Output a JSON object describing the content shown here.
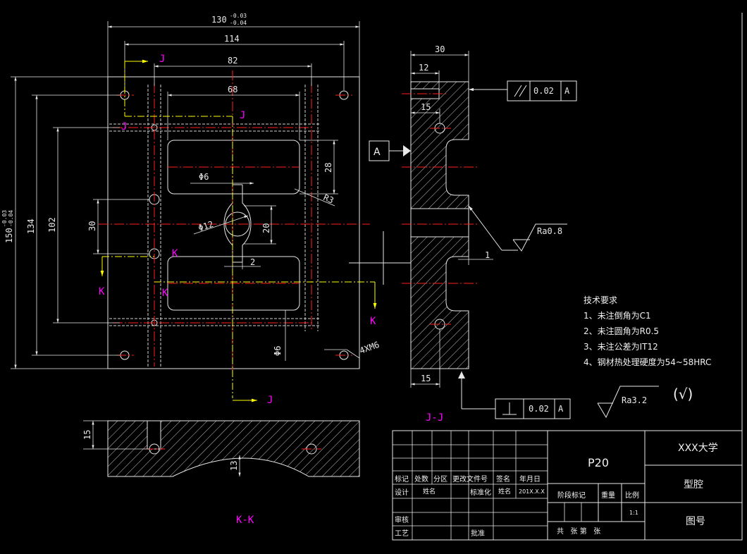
{
  "dims": {
    "d130": "130",
    "d130_tol_up": "-0.03",
    "d130_tol_lo": "-0.04",
    "d114": "114",
    "d82": "82",
    "d68": "68",
    "d150": "150",
    "d150_tol_up": "-0.03",
    "d150_tol_lo": "-0.04",
    "d134": "134",
    "d102": "102",
    "d30": "30",
    "d28": "28",
    "r3": "R3",
    "phi6a": "Φ6",
    "phi12": "Φ12",
    "d20": "20",
    "d2": "2",
    "phi6b": "Φ6",
    "xm6": "4XM6",
    "side30": "30",
    "side12": "12",
    "side15a": "15",
    "side15b": "15",
    "side1": "1",
    "kk15": "15",
    "kk13": "13"
  },
  "section_letters": {
    "j": "J",
    "k": "K"
  },
  "views": {
    "jj_title": "J-J",
    "kk_title": "K-K"
  },
  "gdt": {
    "parallel_value": "0.02",
    "parallel_datum": "A",
    "perp_value": "0.02",
    "perp_datum": "A",
    "datum_box": "A",
    "ra08": "Ra0.8",
    "ra32": "Ra3.2",
    "general_mark": "(√)"
  },
  "tech": {
    "title": "技术要求",
    "items": [
      "1、未注倒角为C1",
      "2、未注圆角为R0.5",
      "3、未注公差为IT12",
      "4、钢材热处理硬度为54~58HRC"
    ]
  },
  "title_block": {
    "hdr_biaoji": "标记",
    "hdr_chushu": "处数",
    "hdr_fenqu": "分区",
    "hdr_wenjian": "更改文件号",
    "hdr_qianming": "签名",
    "hdr_nianyueri": "年月日",
    "sheji": "设计",
    "xingming1": "姓名",
    "biaozhunhua": "标准化",
    "xingming2": "姓名",
    "date": "201X.X.X",
    "shenhe": "审核",
    "gongyi": "工艺",
    "pizhun": "批准",
    "material": "P20",
    "jieduan": "阶段标记",
    "zhongliang": "重量",
    "bili": "比例",
    "scale": "1:1",
    "gongzhang": "共   张 第   张",
    "school": "XXX大学",
    "part_name": "型腔",
    "drawing_no": "图号"
  },
  "colors": {
    "background": "#000000",
    "lines": "#e8e8e8",
    "center_lines": "#ff2020",
    "section_arrows": "#ffff00",
    "section_letters": "#ff00ff"
  }
}
